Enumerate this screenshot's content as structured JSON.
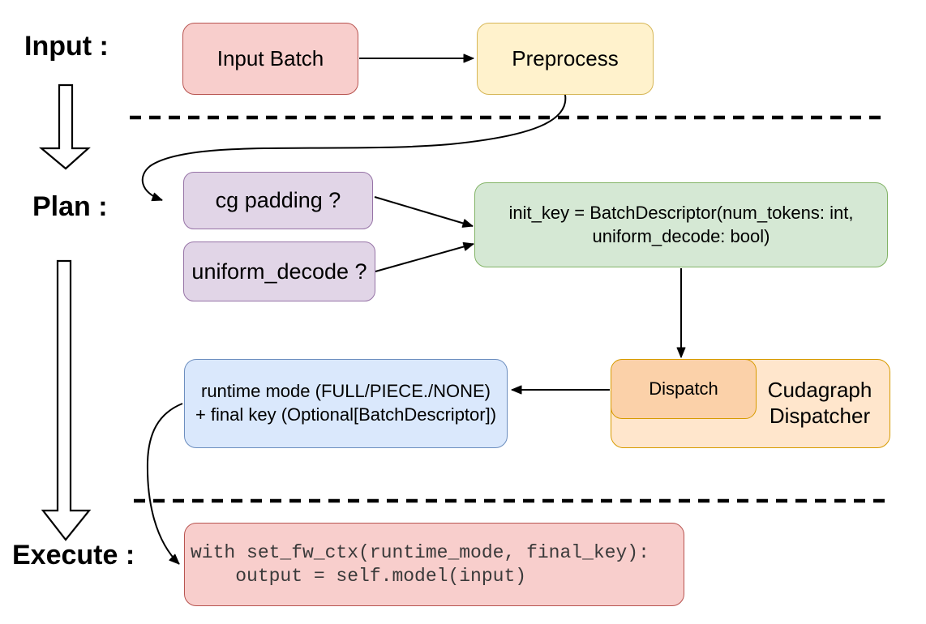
{
  "labels": {
    "input": "Input :",
    "plan": "Plan :",
    "execute": "Execute :"
  },
  "boxes": {
    "input_batch": "Input Batch",
    "preprocess": "Preprocess",
    "cg_padding": "cg padding ?",
    "uniform_decode": "uniform_decode ?",
    "init_key": {
      "line1": "init_key = BatchDescriptor(num_tokens: int,",
      "line2": "uniform_decode: bool)"
    },
    "runtime_mode": {
      "line1": "runtime mode (FULL/PIECE./NONE)",
      "line2": "+ final key (Optional[BatchDescriptor])"
    },
    "dispatch": "Dispatch",
    "cudagraph_dispatcher": "Cudagraph Dispatcher",
    "execute_code": {
      "line1": "with set_fw_ctx(runtime_mode, final_key):",
      "line2": "    output = self.model(input)"
    }
  },
  "palette": {
    "red_fill": "#F8CECC",
    "red_stroke": "#B85450",
    "yellow_fill": "#FFF2CC",
    "yellow_stroke": "#D6B656",
    "purple_fill": "#E1D5E7",
    "purple_stroke": "#9673A6",
    "green_fill": "#D5E8D4",
    "green_stroke": "#82B366",
    "blue_fill": "#DAE8FC",
    "blue_stroke": "#6C8EBF",
    "orange_fill": "#FFE6CC",
    "orange_inner_fill": "#FBD1A9",
    "orange_stroke": "#D79B00",
    "connector": "#000000",
    "code_text": "#3A3A3A"
  }
}
